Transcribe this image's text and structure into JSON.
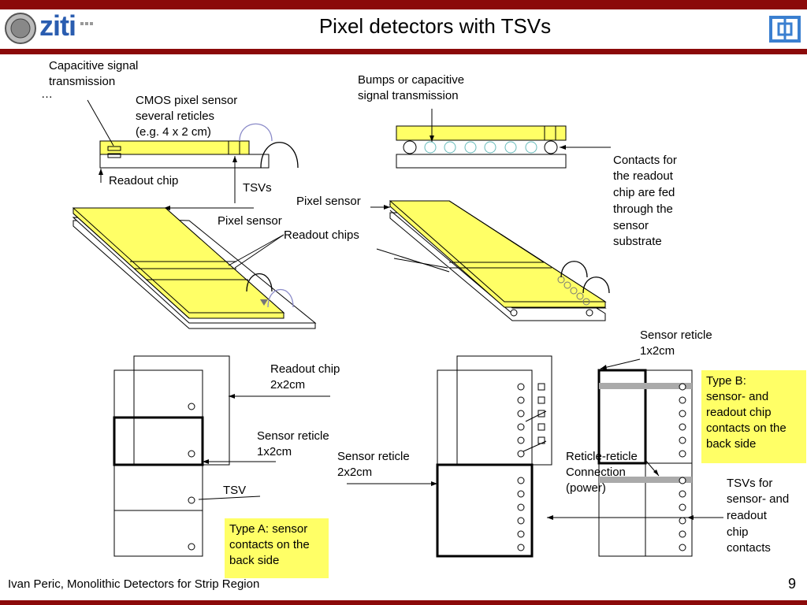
{
  "header": {
    "title": "Pixel detectors with TSVs",
    "logo_text": "ziti"
  },
  "labels": {
    "capacitive": [
      "Capacitive signal",
      "transmission"
    ],
    "ellipsis": "…",
    "cmos": [
      "CMOS pixel sensor",
      "several reticles",
      "(e.g. 4 x 2 cm)"
    ],
    "readout_chip": "Readout chip",
    "tsvs": "TSVs",
    "pixel_sensor_left": "Pixel sensor",
    "readout_chips": "Readout chips",
    "bumps": [
      "Bumps or capacitive",
      "signal transmission"
    ],
    "pixel_sensor_right": "Pixel sensor",
    "contacts": [
      "Contacts for",
      "the readout",
      "chip are fed",
      "through the",
      "sensor",
      "substrate"
    ],
    "readout_chip_2x2": [
      "Readout chip",
      "2x2cm"
    ],
    "sensor_reticle_1x2": [
      "Sensor reticle",
      "1x2cm"
    ],
    "tsv": "TSV",
    "sensor_reticle_2x2": [
      "Sensor reticle",
      "2x2cm"
    ],
    "sensor_reticle_1x2_right": [
      "Sensor reticle",
      "1x2cm"
    ],
    "reticle_connection": [
      "Reticle-reticle",
      "Connection",
      "(power)"
    ],
    "tsvs_for": [
      "TSVs for",
      "sensor- and",
      "readout",
      "chip",
      "contacts"
    ]
  },
  "boxes": {
    "type_a": [
      "Type A: sensor",
      "contacts on the",
      "back side"
    ],
    "type_b": [
      "Type B:",
      "sensor- and",
      "readout chip",
      "contacts on the",
      "back side"
    ]
  },
  "footer": {
    "author": "Ivan Peric, Monolithic Detectors for Strip Region",
    "page": "9"
  },
  "colors": {
    "accent": "#8b0a0a",
    "yellow": "#ffff66",
    "bump_circle": "#66bbbb",
    "wire": "#8a8ac8"
  }
}
